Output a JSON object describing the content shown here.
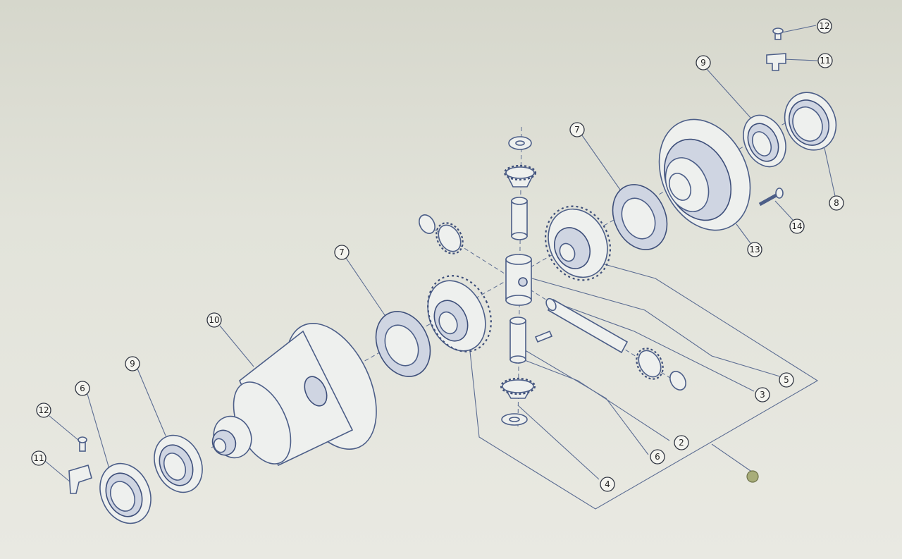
{
  "callouts": [
    {
      "id": "c12-top",
      "label": "12"
    },
    {
      "id": "c11-top",
      "label": "11"
    },
    {
      "id": "c9-top",
      "label": "9"
    },
    {
      "id": "c7-top",
      "label": "7"
    },
    {
      "id": "c8",
      "label": "8"
    },
    {
      "id": "c14",
      "label": "14"
    },
    {
      "id": "c13",
      "label": "13"
    },
    {
      "id": "c7-mid",
      "label": "7"
    },
    {
      "id": "c10",
      "label": "10"
    },
    {
      "id": "c9-left",
      "label": "9"
    },
    {
      "id": "c6-left",
      "label": "6"
    },
    {
      "id": "c12-left",
      "label": "12"
    },
    {
      "id": "c11-left",
      "label": "11"
    },
    {
      "id": "c5",
      "label": "5"
    },
    {
      "id": "c3",
      "label": "3"
    },
    {
      "id": "c2",
      "label": "2"
    },
    {
      "id": "c6-mid",
      "label": "6"
    },
    {
      "id": "c4",
      "label": "4"
    }
  ]
}
